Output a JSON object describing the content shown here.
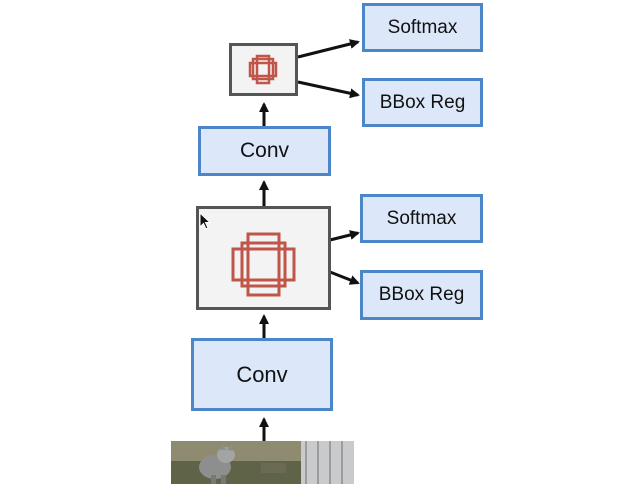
{
  "diagram": {
    "colors": {
      "box_fill": "#dce8f9",
      "box_border": "#4a86c8",
      "anchor_fill": "#f3f3f3",
      "anchor_border": "#555555",
      "anchor_symbol": "#c0564a",
      "arrow": "#111111"
    },
    "nodes": {
      "softmax_top": {
        "label": "Softmax"
      },
      "bbox_reg_top": {
        "label": "BBox Reg"
      },
      "conv_top": {
        "label": "Conv"
      },
      "softmax_mid": {
        "label": "Softmax"
      },
      "bbox_reg_mid": {
        "label": "BBox Reg"
      },
      "conv_bottom": {
        "label": "Conv"
      }
    },
    "anchors": {
      "small": {
        "icon": "anchor-boxes-icon"
      },
      "large": {
        "icon": "anchor-boxes-icon"
      }
    },
    "input_image": {
      "icon": "cat-photo-thumbnail"
    },
    "cursor": {
      "icon": "mouse-pointer-icon"
    }
  }
}
